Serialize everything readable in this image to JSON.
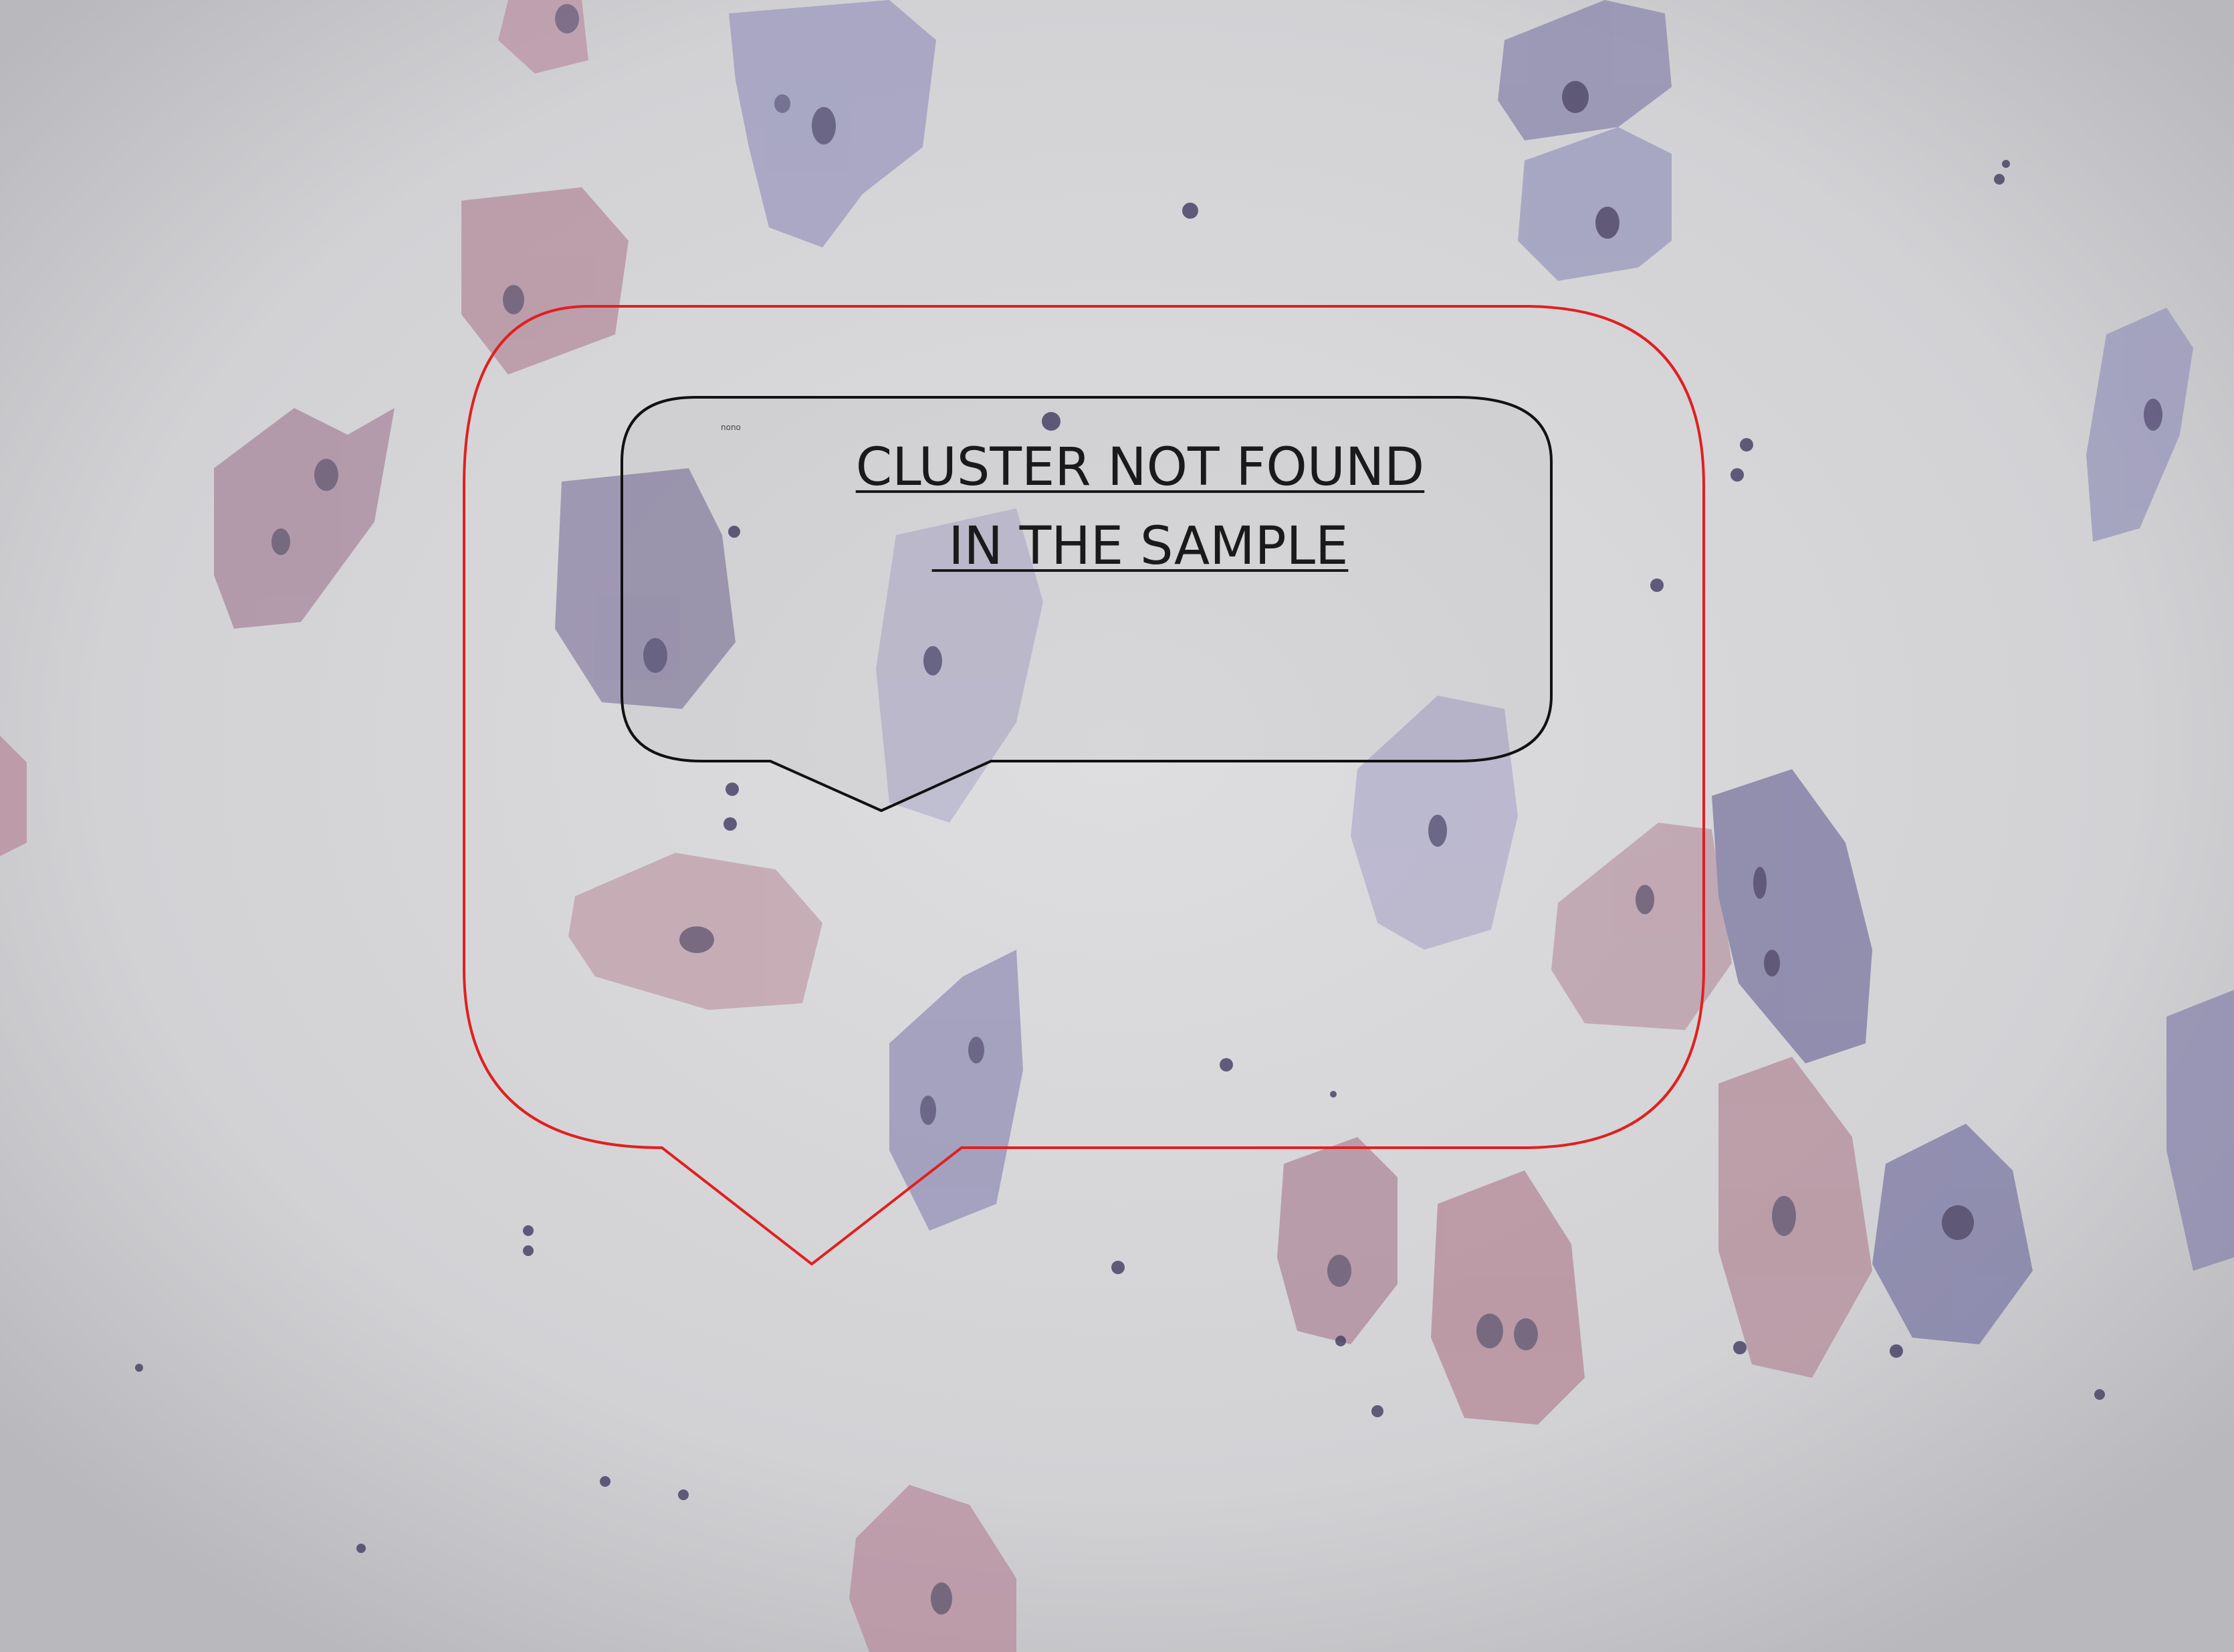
{
  "callout": {
    "line1": "CLUSTER NOT FOUND",
    "line2": " IN THE SAMPLE",
    "small_label": "nono"
  },
  "colors": {
    "outer_bubble_stroke": "#e02020",
    "inner_bubble_stroke": "#111111",
    "background": "#cfcfd2",
    "cell_pink": "#b98d9c",
    "cell_purple": "#8a86ad",
    "nucleus": "#4a3f63"
  }
}
